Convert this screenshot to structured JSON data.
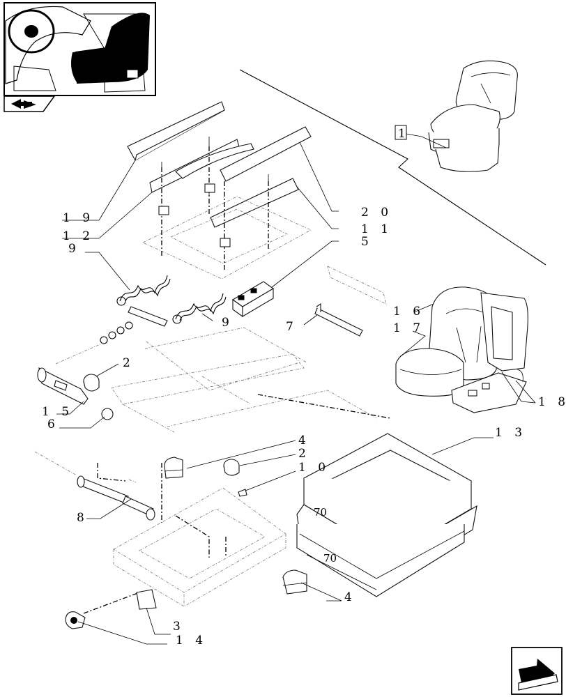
{
  "labels": {
    "ref1": "1",
    "ref2a": "2",
    "ref2b": "2",
    "ref3": "3",
    "ref4a": "4",
    "ref4b": "4",
    "ref5": "5",
    "ref6": "6",
    "ref7": "7",
    "ref8": "8",
    "ref9a": "9",
    "ref9b": "9",
    "ref10": "1 0",
    "ref11": "1 1",
    "ref12": "1 2",
    "ref13": "1 3",
    "ref14": "1 4",
    "ref15": "1 5",
    "ref16": "1 6",
    "ref17": "1 7",
    "ref18": "1 8",
    "ref19": "1 9",
    "ref20": "2 0"
  },
  "icons": {
    "thumbnail": "tractor-cab-seat-location-thumbnail",
    "prev": "back-arrow-icon",
    "next": "forward-arrow-icon"
  },
  "colors": {
    "ink": "#000000",
    "paper": "#ffffff"
  }
}
